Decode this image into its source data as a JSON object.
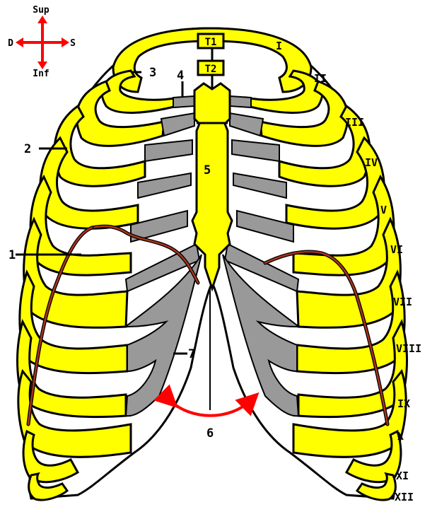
{
  "compass": {
    "sup": "Sup",
    "inf": "Inf",
    "left": "D",
    "right": "S",
    "color": "#ff0000"
  },
  "vertebrae": {
    "t1": "T1",
    "t2": "T2"
  },
  "rib_numerals": [
    "I",
    "II",
    "III",
    "IV",
    "V",
    "VI",
    "VII",
    "VIII",
    "IX",
    "X",
    "XI",
    "XII"
  ],
  "callouts": {
    "c1": "1",
    "c2": "2",
    "c3": "3",
    "c4": "4",
    "c5": "5",
    "c6": "6",
    "c7": "7"
  },
  "colors": {
    "bone": "#ffff00",
    "cartilage": "#999999",
    "diaphragm": "#a8321f",
    "arrow": "#ff0000"
  }
}
